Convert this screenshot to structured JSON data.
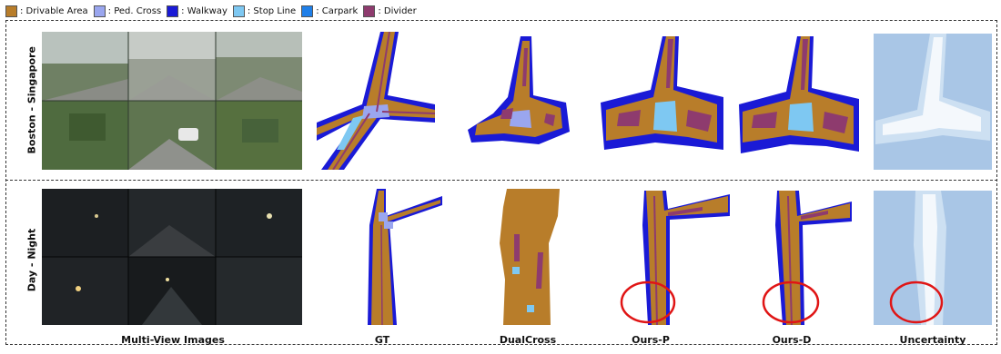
{
  "legend": [
    {
      "label": ": Drivable Area",
      "color": "#b87d2a",
      "icon": "drivable-area-swatch"
    },
    {
      "label": ": Ped. Cross",
      "color": "#9aa6ef",
      "icon": "ped-cross-swatch"
    },
    {
      "label": ": Walkway",
      "color": "#1a1ad6",
      "icon": "walkway-swatch"
    },
    {
      "label": ": Stop Line",
      "color": "#7ec8f2",
      "icon": "stop-line-swatch"
    },
    {
      "label": ": Carpark",
      "color": "#1f7fe8",
      "icon": "carpark-swatch"
    },
    {
      "label": ": Divider",
      "color": "#8e3b6e",
      "icon": "divider-swatch"
    }
  ],
  "rows": [
    {
      "label": "Boston - Singapore"
    },
    {
      "label": "Day - Night"
    }
  ],
  "columns": [
    {
      "label": "Multi-View Images"
    },
    {
      "label": "GT"
    },
    {
      "label": "DualCross"
    },
    {
      "label": "Ours-P"
    },
    {
      "label": "Ours-D"
    },
    {
      "label": "Uncertainty"
    }
  ],
  "colors": {
    "drivable": "#b87d2a",
    "ped": "#9aa6ef",
    "walkway": "#1a1ad6",
    "stop": "#7ec8f2",
    "divider": "#8e3b6e",
    "highlight": "#e01515",
    "uncertainty_bg": "#a9c6e6"
  }
}
